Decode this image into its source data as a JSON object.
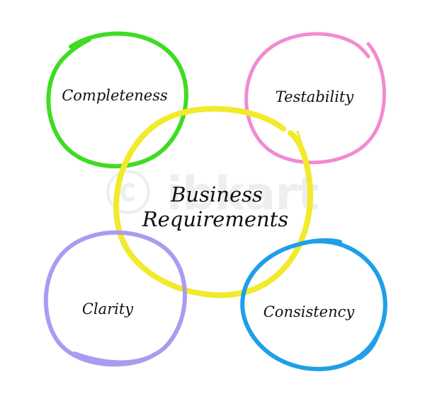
{
  "center": {
    "title_line1": "Business",
    "title_line2": "Requirements",
    "color": "#f2ea2a"
  },
  "nodes": [
    {
      "label": "Completeness",
      "color": "#3fdc22"
    },
    {
      "label": "Testability",
      "color": "#f28ad2"
    },
    {
      "label": "Clarity",
      "color": "#a99cf0"
    },
    {
      "label": "Consistency",
      "color": "#1e9fe8"
    }
  ],
  "watermark": "ⓒ ibkart"
}
